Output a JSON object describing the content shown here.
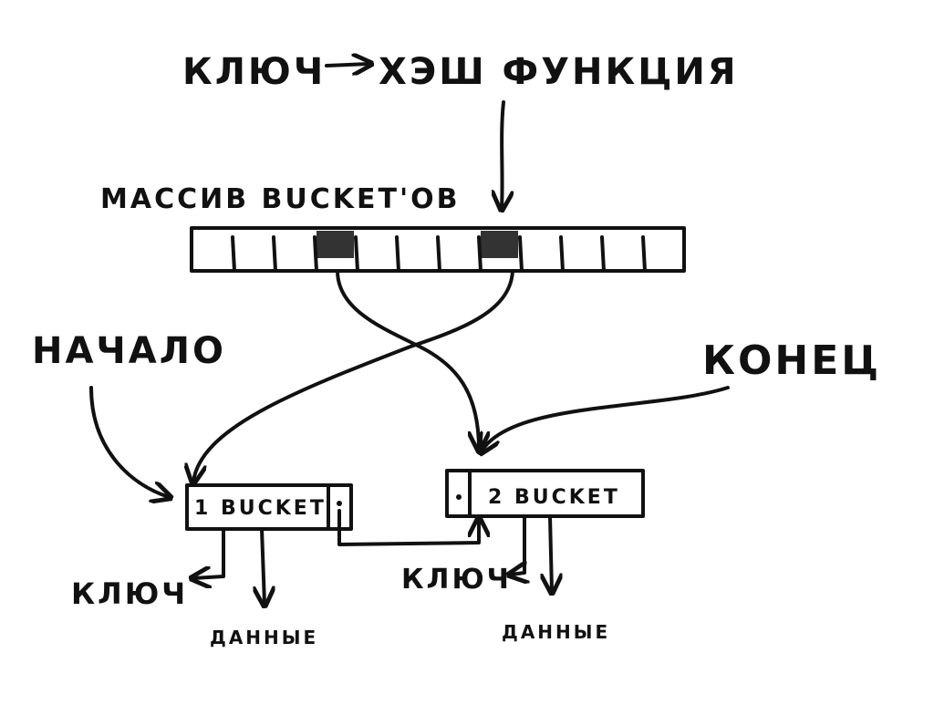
{
  "header": {
    "key_label": "КЛЮЧ",
    "hash_label": "ХЭШ ФУНКЦИЯ"
  },
  "array": {
    "label": "МАССИВ BUCKET'OB",
    "cell_count": 12,
    "highlighted_cells": [
      3,
      7
    ]
  },
  "start_label": "НАЧАЛО",
  "end_label": "КОНЕЦ",
  "buckets": [
    {
      "label": "1 BUCKET",
      "key_label": "КЛЮЧ",
      "data_label": "ДАННЫЕ"
    },
    {
      "label": "2 BUCKET",
      "key_label": "КЛЮЧ",
      "data_label": "ДАННЫЕ"
    }
  ]
}
